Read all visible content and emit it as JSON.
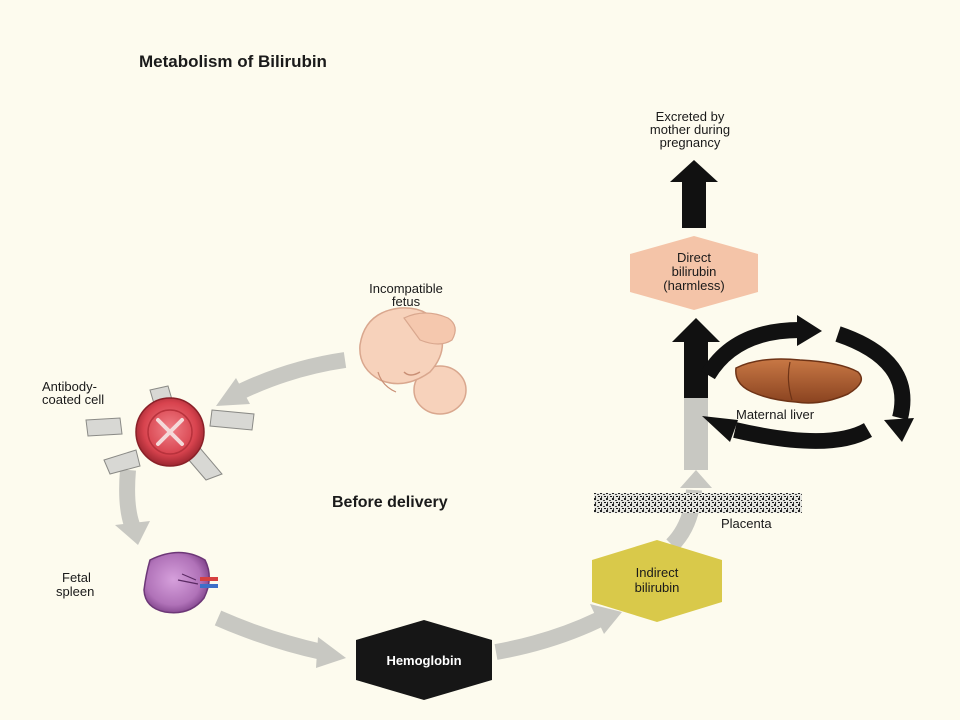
{
  "title": "Metabolism of Bilirubin",
  "center_label": "Before delivery",
  "nodes": {
    "fetus": [
      "Incompatible",
      "fetus"
    ],
    "antibody_cell": [
      "Antibody-",
      "coated cell"
    ],
    "spleen": [
      "Fetal",
      "spleen"
    ],
    "hemoglobin": [
      "Hemoglobin"
    ],
    "indirect_bilirubin": [
      "Indirect",
      "bilirubin"
    ],
    "placenta": [
      "Placenta"
    ],
    "maternal_liver": [
      "Maternal liver"
    ],
    "direct_bilirubin": [
      "Direct",
      "bilirubin",
      "(harmless)"
    ],
    "excreted": [
      "Excreted by",
      "mother during",
      "pregnancy"
    ]
  },
  "colors": {
    "background": "#fdfbee",
    "flow_arrow": "#c8c8c2",
    "black_arrow": "#111111",
    "hemoglobin_hex": "#161616",
    "indirect_hex": "#d9c94a",
    "direct_hex": "#f4c4a8",
    "liver": "#a85a2c",
    "spleen": "#b072b8",
    "antibody_cell": "#d8434e",
    "fetus_skin": "#f7d2bb"
  }
}
